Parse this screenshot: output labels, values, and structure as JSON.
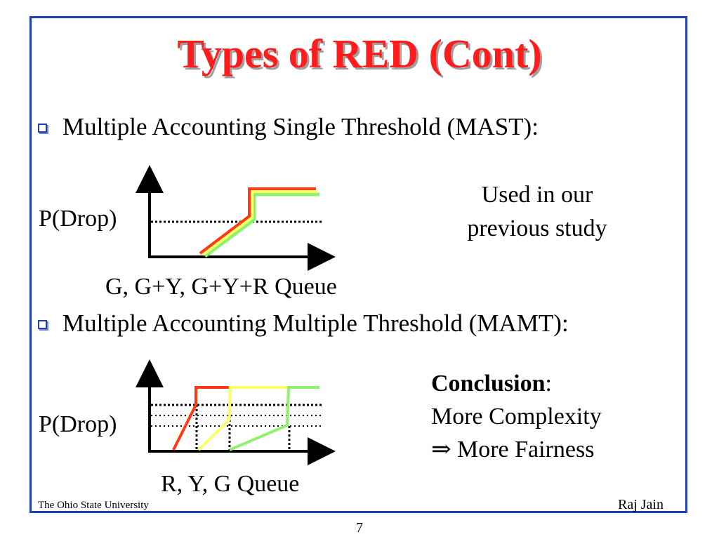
{
  "slide": {
    "title": "Types of RED (Cont)",
    "bullets": [
      "Multiple Accounting Single Threshold (MAST):",
      "Multiple Accounting Multiple Threshold (MAMT):"
    ],
    "graph1": {
      "ylabel": "P(Drop)",
      "xlabel": "G, G+Y, G+Y+R Queue"
    },
    "graph2": {
      "ylabel": "P(Drop)",
      "xlabel": "R, Y, G Queue"
    },
    "note": {
      "line1": "Used in our",
      "line2": "previous study"
    },
    "conclusion": {
      "heading": "Conclusion",
      "colon": ":",
      "line1": "More Complexity",
      "line2": "⇒ More Fairness"
    },
    "footer": {
      "institution": "The Ohio State University",
      "author": "Raj Jain",
      "page": "7"
    }
  },
  "colors": {
    "title": "#ff1c1c",
    "frame": "#1f3fb8",
    "red_line": "#ff3a14",
    "yellow_line": "#ffff66",
    "green_line": "#90f070"
  }
}
